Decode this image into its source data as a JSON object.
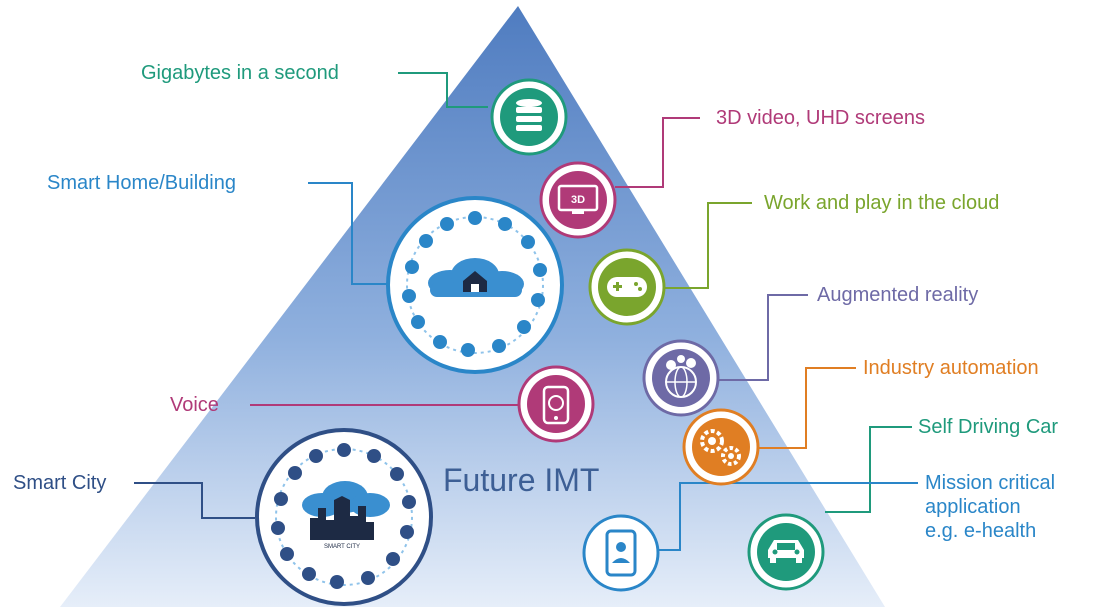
{
  "center_title": "Future IMT",
  "colors": {
    "teal": "#1f9a7c",
    "magenta": "#b03a78",
    "blue": "#2a86c8",
    "green": "#7aa52d",
    "purple": "#6e6aa6",
    "orange": "#e07e23",
    "navy": "#2f4f86",
    "pyramid_top": "#5b86c6",
    "pyramid_bottom": "#e3ecf8"
  },
  "labels": {
    "gigabytes": "Gigabytes in a second",
    "video": "3D video, UHD screens",
    "smart_home": "Smart Home/Building",
    "cloud": "Work and play in the cloud",
    "ar": "Augmented reality",
    "industry": "Industry automation",
    "voice": "Voice",
    "self_driving": "Self Driving Car",
    "smart_city": "Smart City",
    "mission_1": "Mission critical",
    "mission_2": "application",
    "mission_3": "e.g. e-health"
  },
  "icons": {
    "gigabytes": "database-icon",
    "video": "3d-screen-icon",
    "video_text": "3D",
    "cloud": "gamepad-icon",
    "ar": "globe-pins-icon",
    "voice": "smartphone-icon",
    "industry": "gears-icon",
    "car": "car-icon",
    "ehealth": "phone-doctor-icon",
    "smart_home": "smart-home-cloud-icon",
    "smart_city": "smart-city-cloud-icon",
    "smart_city_text": "SMART CITY"
  }
}
